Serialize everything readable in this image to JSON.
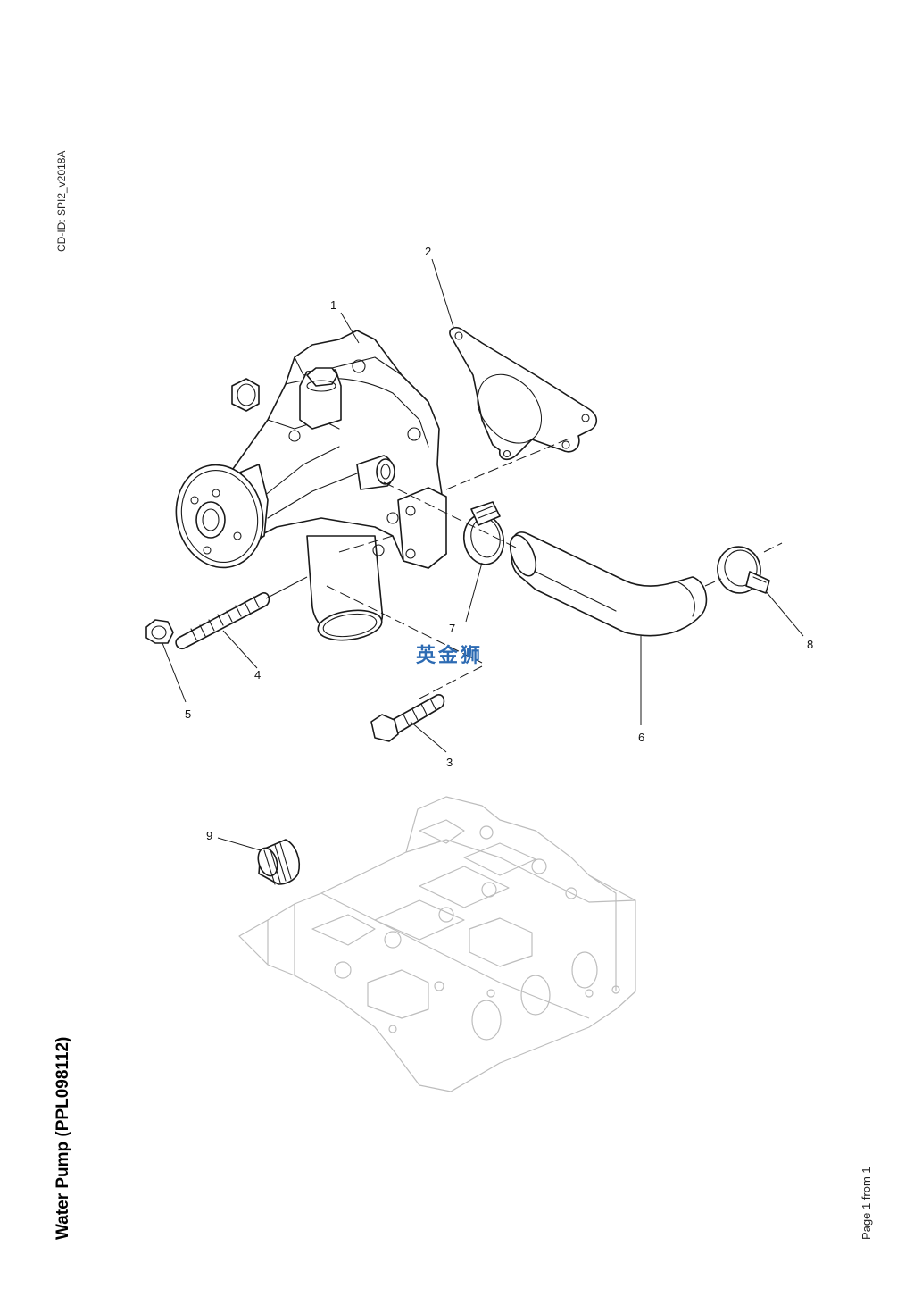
{
  "header": {
    "cd_id": "CD-ID: SPI2_v2018A"
  },
  "document": {
    "title": "Water Pump (PPL098112)",
    "page_label": "Page 1 from 1"
  },
  "watermark": {
    "text": "英金狮"
  },
  "callouts": [
    "1",
    "2",
    "3",
    "4",
    "5",
    "6",
    "7",
    "8",
    "9"
  ],
  "colors": {
    "line": "#1a1a1a",
    "ghost_line": "#bdbdbd",
    "watermark": "#2d6bb3"
  }
}
